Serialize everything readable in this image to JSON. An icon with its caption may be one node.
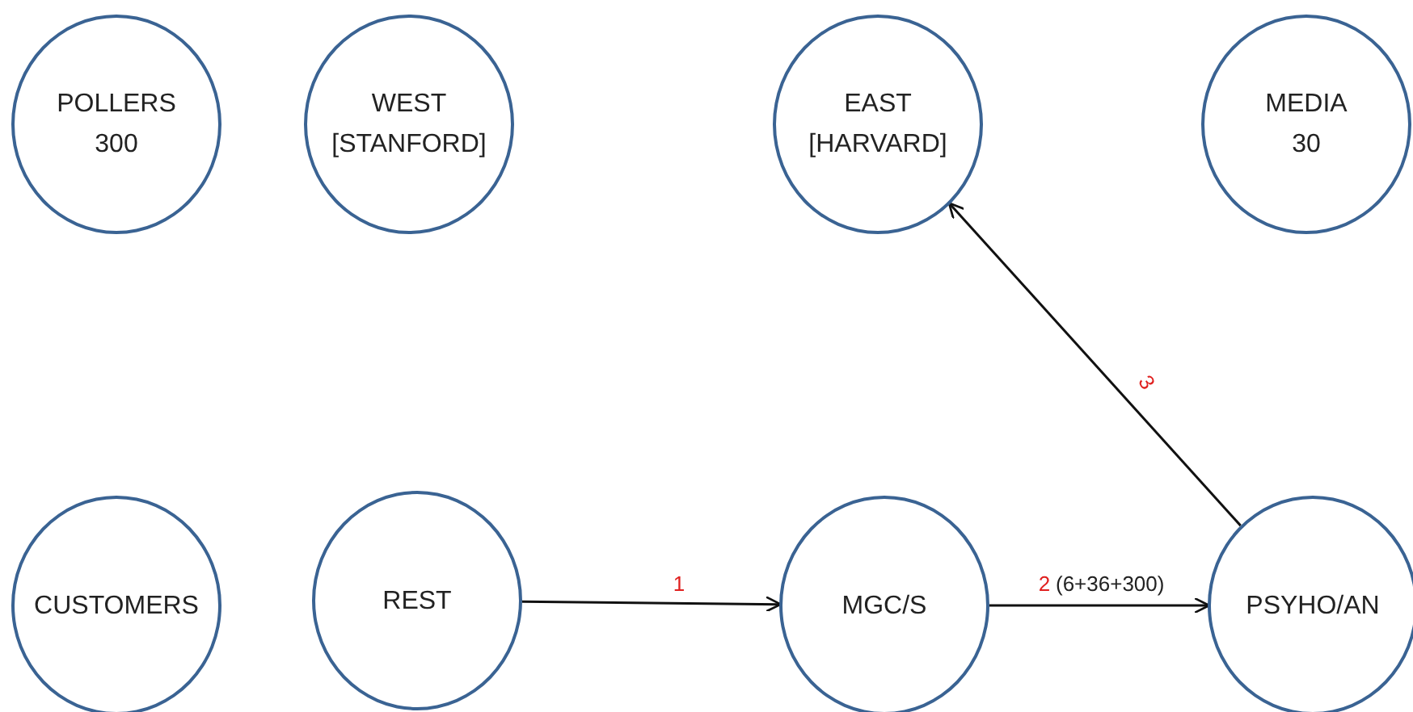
{
  "diagram": {
    "nodes": [
      {
        "text": [
          "POLLERS",
          "300"
        ]
      },
      {
        "text": [
          "WEST",
          "[STANFORD]"
        ]
      },
      {
        "text": [
          "EAST",
          "[HARVARD]"
        ]
      },
      {
        "text": [
          "MEDIA",
          "30"
        ]
      },
      {
        "text": [
          "CUSTOMERS"
        ]
      },
      {
        "text": [
          "REST"
        ]
      },
      {
        "text": [
          "MGC/S"
        ]
      },
      {
        "text": [
          "PSYHO/AN"
        ]
      }
    ],
    "edges": [
      {
        "from": 5,
        "to": 6,
        "arrow": "to",
        "label": "1"
      },
      {
        "from": 6,
        "to": 7,
        "arrow": "to",
        "label": "2"
      },
      {
        "from": 7,
        "to": 2,
        "arrow": "to",
        "label": "3"
      }
    ],
    "labels": [
      "(6+36+300)"
    ]
  }
}
